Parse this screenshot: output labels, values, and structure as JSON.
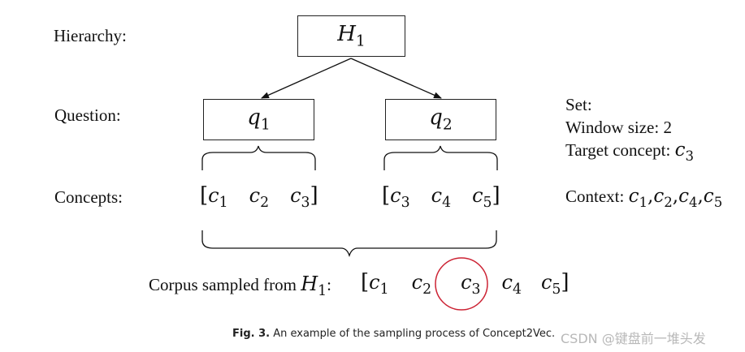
{
  "labels": {
    "hierarchy": "Hierarchy:",
    "question": "Question:",
    "concepts": "Concepts:",
    "corpus": "Corpus sampled from"
  },
  "hierarchy_node": {
    "base": "H",
    "sub": "1"
  },
  "question_nodes": [
    {
      "base": "q",
      "sub": "1"
    },
    {
      "base": "q",
      "sub": "2"
    }
  ],
  "concept_groups": [
    [
      {
        "base": "c",
        "sub": "1"
      },
      {
        "base": "c",
        "sub": "2"
      },
      {
        "base": "c",
        "sub": "3"
      }
    ],
    [
      {
        "base": "c",
        "sub": "3"
      },
      {
        "base": "c",
        "sub": "4"
      },
      {
        "base": "c",
        "sub": "5"
      }
    ]
  ],
  "corpus": {
    "source": {
      "base": "H",
      "sub": "1"
    },
    "colon": ":",
    "items": [
      {
        "base": "c",
        "sub": "1"
      },
      {
        "base": "c",
        "sub": "2"
      },
      {
        "base": "c",
        "sub": "3"
      },
      {
        "base": "c",
        "sub": "4"
      },
      {
        "base": "c",
        "sub": "5"
      }
    ],
    "highlight_color": "#cc2233"
  },
  "settings": {
    "set_label": "Set:",
    "window_size_label": "Window size: 2",
    "target_label": "Target concept:",
    "target": {
      "base": "c",
      "sub": "3"
    },
    "context_label": "Context:",
    "context": [
      {
        "base": "c",
        "sub": "1"
      },
      {
        "base": "c",
        "sub": "2"
      },
      {
        "base": "c",
        "sub": "4"
      },
      {
        "base": "c",
        "sub": "5"
      }
    ]
  },
  "caption": {
    "fig_label": "Fig. 3.",
    "text": "An example of the sampling process of Concept2Vec."
  },
  "watermark": "CSDN @键盘前一堆头发"
}
